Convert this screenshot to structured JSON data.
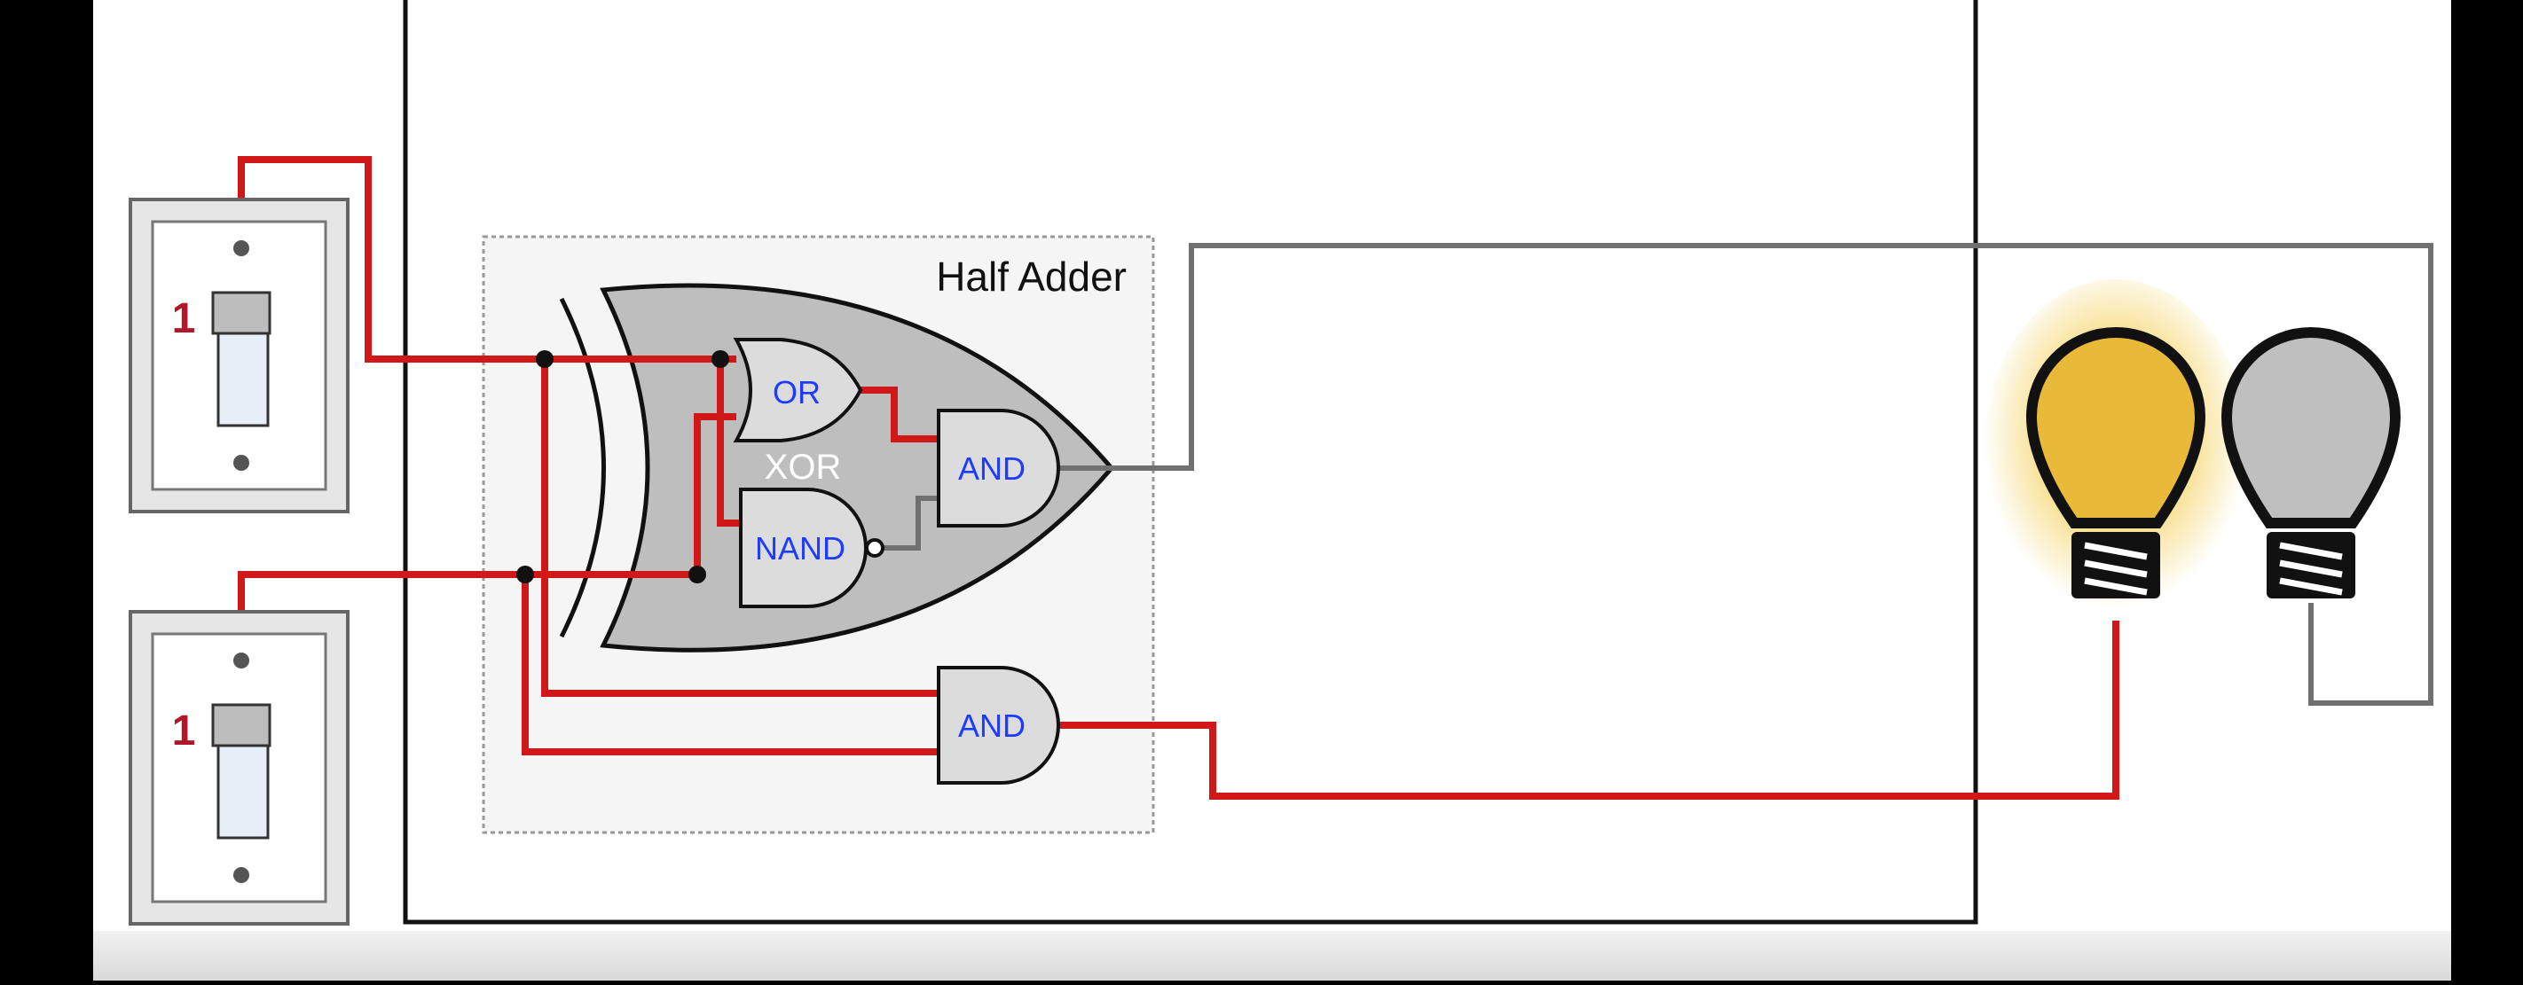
{
  "half_adder": {
    "title": "Half Adder",
    "xor_label": "XOR",
    "or_label": "OR",
    "nand_label": "NAND",
    "and_sum_label": "AND",
    "and_carry_label": "AND"
  },
  "switches": [
    {
      "value_label": "1",
      "state": "on"
    },
    {
      "value_label": "1",
      "state": "on"
    }
  ],
  "bulbs": [
    {
      "state": "lit"
    },
    {
      "state": "unlit"
    }
  ],
  "colors": {
    "wire_active": "#D01818",
    "wire_inactive": "#707070",
    "gate_text": "#1E3CFF",
    "bulb_lit": "#E9BA3A",
    "bulb_unlit": "#BFBFBF",
    "switch_label": "#B0182A"
  }
}
